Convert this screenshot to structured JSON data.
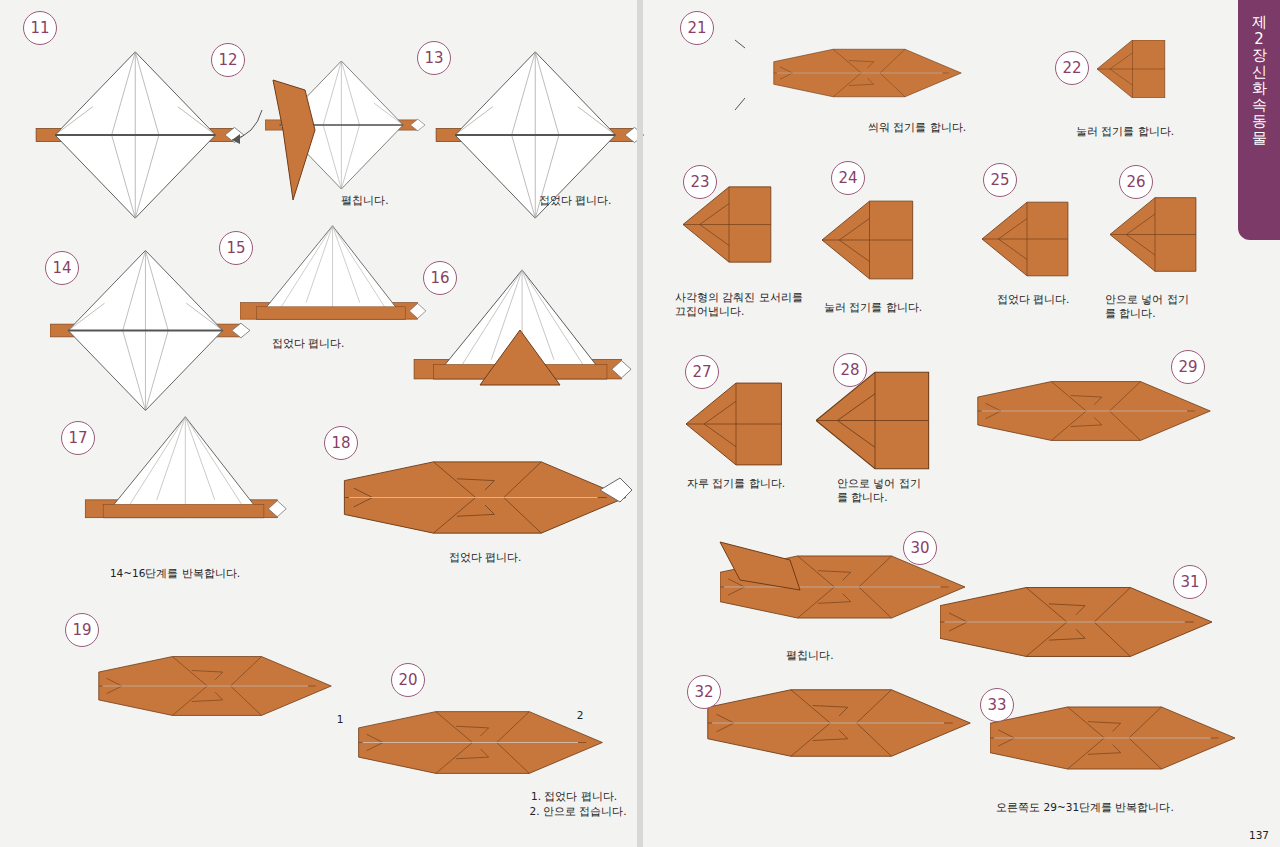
{
  "diagram": {
    "nodes": [
      {
        "text": [
          "11"
        ]
      },
      {
        "text": [
          "12"
        ]
      },
      {
        "text": [
          "13"
        ]
      },
      {
        "text": [
          "14"
        ]
      },
      {
        "text": [
          "15"
        ]
      },
      {
        "text": [
          "16"
        ]
      },
      {
        "text": [
          "17"
        ]
      },
      {
        "text": [
          "18"
        ]
      },
      {
        "text": [
          "19"
        ]
      },
      {
        "text": [
          "20"
        ]
      },
      {
        "text": [
          "21"
        ]
      },
      {
        "text": [
          "22"
        ]
      },
      {
        "text": [
          "제2장 신화 속 동물"
        ]
      },
      {
        "text": [
          "23"
        ]
      },
      {
        "text": [
          "24"
        ]
      },
      {
        "text": [
          "25"
        ]
      },
      {
        "text": [
          "26"
        ]
      },
      {
        "text": [
          "27"
        ]
      },
      {
        "text": [
          "28"
        ]
      },
      {
        "text": [
          "29"
        ]
      },
      {
        "text": [
          "30"
        ]
      },
      {
        "text": [
          "31"
        ]
      },
      {
        "text": [
          "32"
        ]
      },
      {
        "text": [
          "33"
        ]
      }
    ],
    "labels": [
      "펼칩니다.",
      "접었다 폅니다.",
      "접었다 폅니다.",
      "14~16단계를 반복합니다.",
      "접었다 폅니다.",
      "1",
      "2",
      "1. 접었다 폅니다.",
      "2. 안으로 접습니다.",
      "씌워 접기를 합니다.",
      "눌러 접기를 합니다.",
      "사각형의 감춰진 모서리를 끄집어냅니다.",
      "눌러 접기를 합니다.",
      "접었다 폅니다.",
      "안으로 넣어 접기를 합니다.",
      "자루 접기를 합니다.",
      "안으로 넣어 접기를 합니다.",
      "펼칩니다.",
      "오른쪽도 29~31단계를 반복합니다.",
      "137"
    ]
  }
}
